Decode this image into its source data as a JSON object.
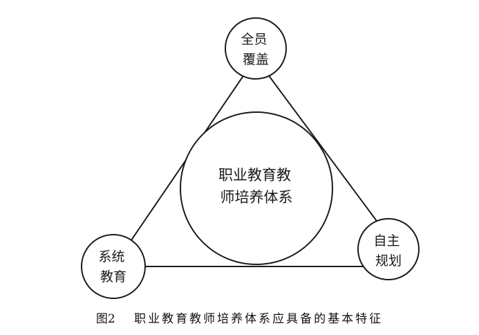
{
  "diagram": {
    "center": {
      "lines": [
        "职业教育教",
        "师培养体系"
      ]
    },
    "nodes": {
      "top": {
        "lines": [
          "全员",
          "覆盖"
        ]
      },
      "right": {
        "lines": [
          "自主",
          "规划"
        ]
      },
      "left": {
        "lines": [
          "系统",
          "教育"
        ]
      }
    }
  },
  "caption": {
    "number": "图2",
    "title": "职业教育教师培养体系应具备的基本特征"
  },
  "colors": {
    "stroke": "#1a1a1a",
    "background": "#ffffff"
  }
}
